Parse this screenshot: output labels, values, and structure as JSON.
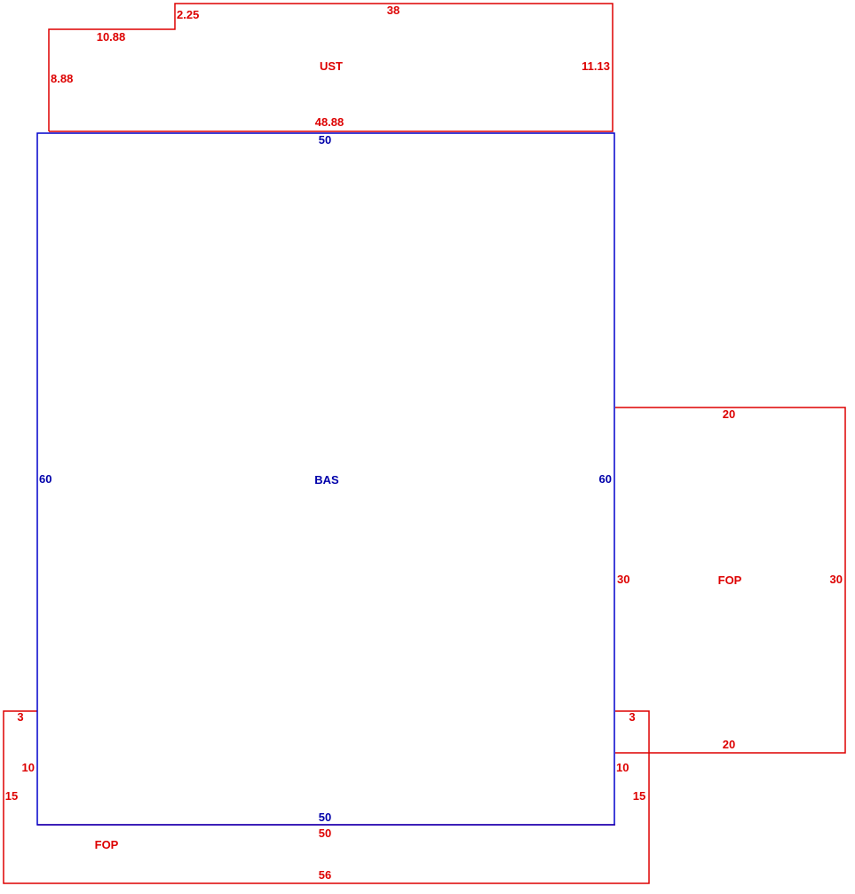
{
  "colors": {
    "upper_story": "#dd0000",
    "base": "#0000cc",
    "porch": "#dd0000"
  },
  "areas": {
    "ust": {
      "name": "UST",
      "dims": {
        "top": "38",
        "step_riser": "2.25",
        "step_run": "10.88",
        "left": "8.88",
        "right": "11.13",
        "bottom": "48.88"
      }
    },
    "bas": {
      "name": "BAS",
      "dims": {
        "top": "50",
        "left": "60",
        "right": "60",
        "bottom": "50"
      }
    },
    "fop_right": {
      "name": "FOP",
      "dims": {
        "top": "20",
        "left": "30",
        "right": "30",
        "bottom": "20"
      }
    },
    "fop_bottom": {
      "name": "FOP",
      "dims": {
        "top_left": "3",
        "top_right": "3",
        "inner_left": "10",
        "inner_right": "10",
        "outer_left": "15",
        "outer_right": "15",
        "inner_bottom": "50",
        "outer_bottom": "56"
      }
    }
  }
}
